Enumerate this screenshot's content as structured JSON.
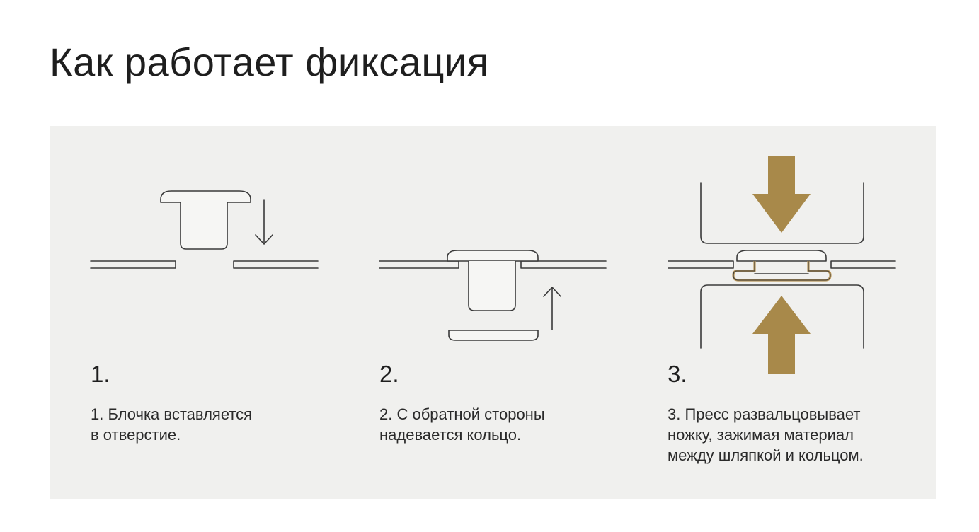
{
  "title": "Как работает фиксация",
  "colors": {
    "panel_background": "#f0f0ee",
    "line": "#3a3a3a",
    "press_arrow": "#a8894a",
    "crimped_ring": "#b8965a"
  },
  "steps": [
    {
      "number": "1.",
      "text_lines": [
        "1. Блочка вставляется",
        "в отверстие."
      ]
    },
    {
      "number": "2.",
      "text_lines": [
        "2. С обратной стороны",
        "надевается кольцо."
      ]
    },
    {
      "number": "3.",
      "text_lines": [
        "3. Пресс развальцовывает",
        "ножку, зажимая материал",
        "между шляпкой и кольцом."
      ]
    }
  ]
}
